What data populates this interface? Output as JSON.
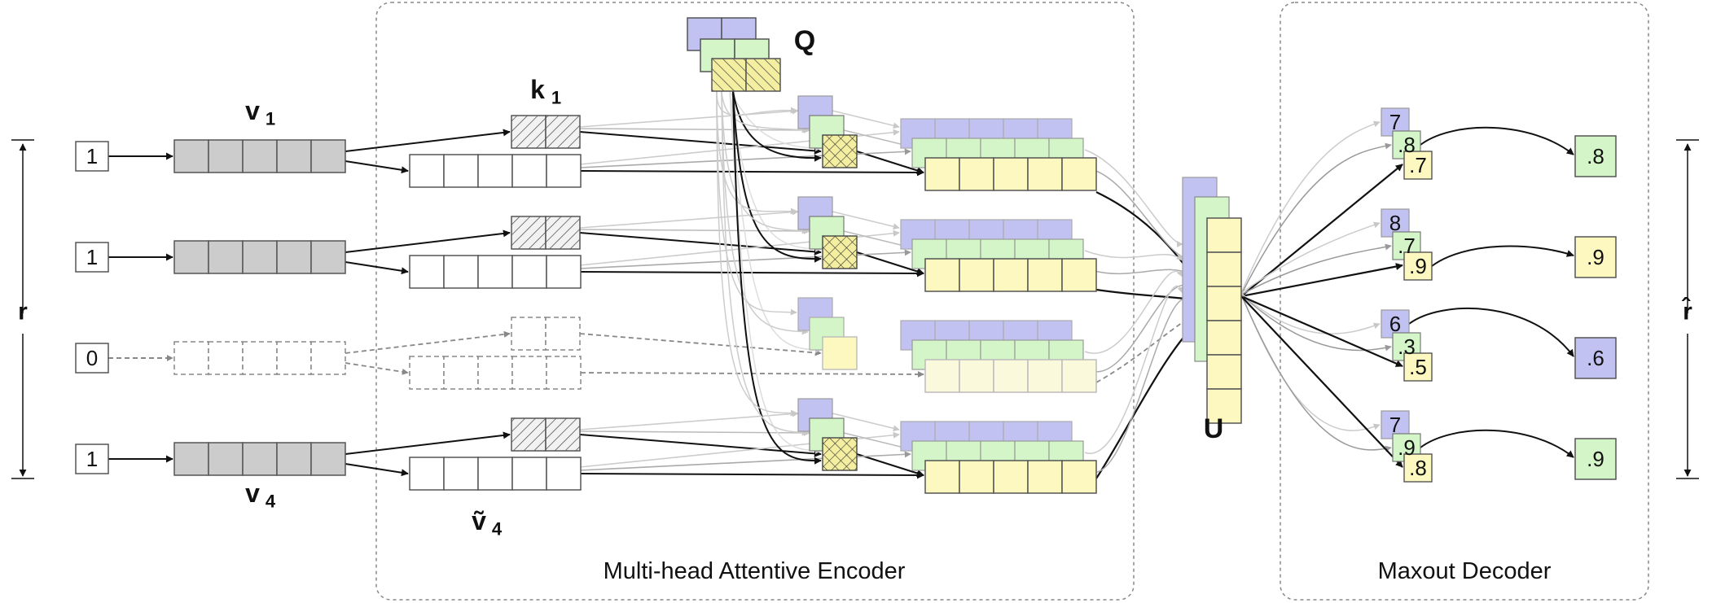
{
  "section_titles": {
    "encoder": "Multi-head Attentive Encoder",
    "decoder": "Maxout Decoder"
  },
  "symbols": {
    "r": "r",
    "r_hat": "r̂",
    "v1": "v",
    "v1_sub": "1",
    "v4": "v",
    "v4_sub": "4",
    "k1": "k",
    "k1_sub": "1",
    "v4_tilde": "ṽ",
    "v4_tilde_sub": "4",
    "Q": "Q",
    "U": "U"
  },
  "inputs": [
    "1",
    "1",
    "0",
    "1"
  ],
  "decoder_rows": [
    {
      "candidates": [
        "7",
        ".8",
        ".7"
      ],
      "output": ".8",
      "selected": "green"
    },
    {
      "candidates": [
        "8",
        ".7",
        ".9"
      ],
      "output": ".9",
      "selected": "yellow"
    },
    {
      "candidates": [
        "6",
        ".3",
        ".5"
      ],
      "output": ".6",
      "selected": "purple"
    },
    {
      "candidates": [
        "7",
        ".9",
        ".8"
      ],
      "output": ".9",
      "selected": "green"
    }
  ],
  "colors": {
    "purple": "#c2c2f2",
    "green": "#d4f5c8",
    "yellow": "#fcf8c0",
    "gray": "#cccccc",
    "border": "#555555",
    "dashed": "#888888"
  }
}
